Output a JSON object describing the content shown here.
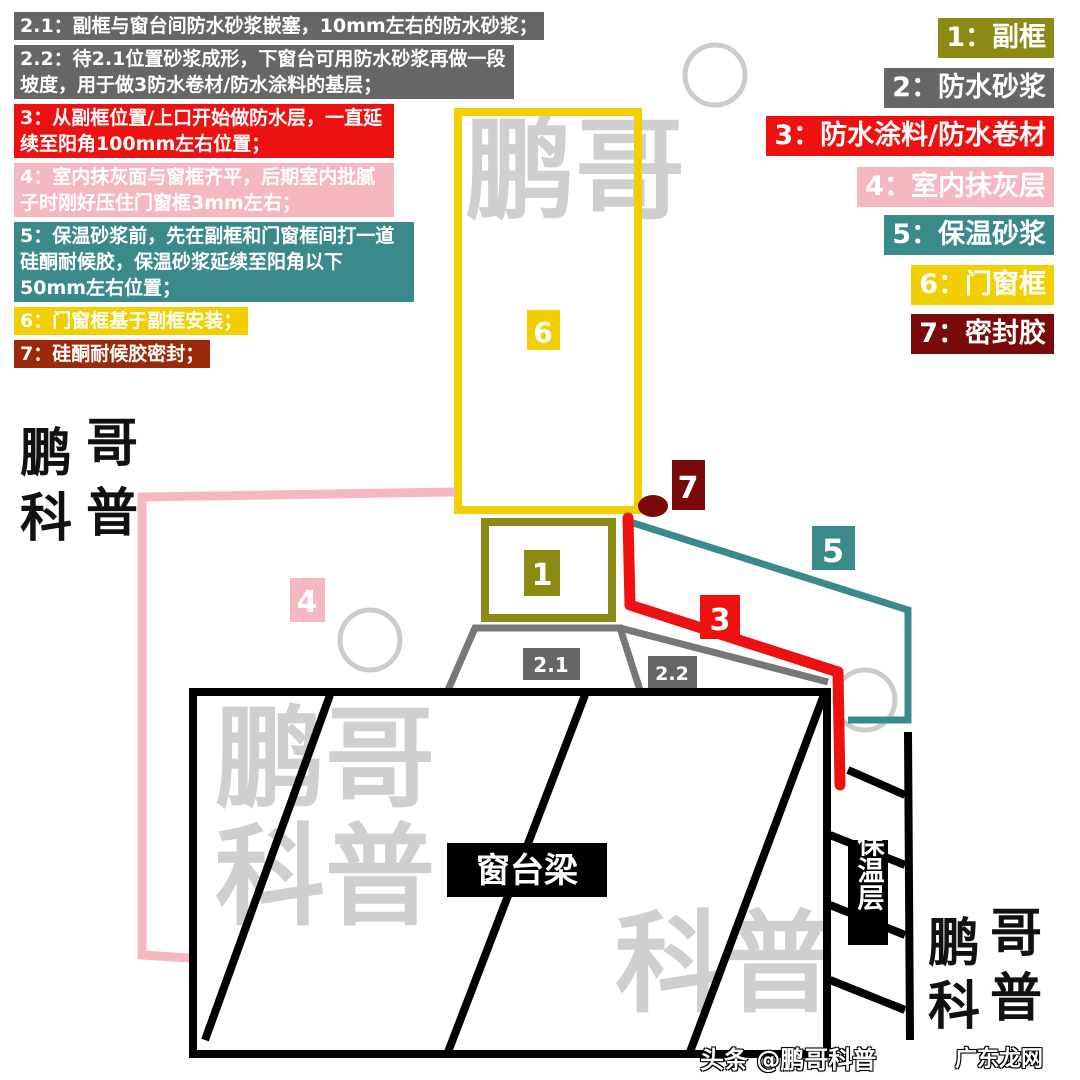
{
  "colors": {
    "olive": "#8a8a14",
    "gray": "#666666",
    "red": "#ee1111",
    "pink": "#f6b8c0",
    "teal": "#3a8a8c",
    "yellow": "#f2cf00",
    "maroon": "#7a0a0a",
    "black": "#000000"
  },
  "notes": [
    {
      "text": "2.1：副框与窗台间防水砂浆嵌塞，10mm左右的防水砂浆；",
      "color": "#666666"
    },
    {
      "text": "2.2：待2.1位置砂浆成形，下窗台可用防水砂浆再做一段坡度，用于做3防水卷材/防水涂料的基层；",
      "color": "#666666"
    },
    {
      "text": "3：从副框位置/上口开始做防水层，一直延续至阳角100mm左右位置；",
      "color": "#ee1111"
    },
    {
      "text": "4：室内抹灰面与窗框齐平，后期室内批腻子时刚好压住门窗框3mm左右；",
      "color": "#f6b8c0"
    },
    {
      "text": "5：保温砂浆前，先在副框和门窗框间打一道硅酮耐候胶，保温砂浆延续至阳角以下50mm左右位置；",
      "color": "#3a8a8c"
    },
    {
      "text": "6：门窗框基于副框安装；",
      "color": "#f2cf00"
    },
    {
      "text": "7：硅酮耐候胶密封；",
      "color": "#9a2a0a"
    }
  ],
  "legend": [
    {
      "text": "1：副框"
    },
    {
      "text": "2：防水砂浆"
    },
    {
      "text": "3：防水涂料/防水卷材"
    },
    {
      "text": "4：室内抹灰层"
    },
    {
      "text": "5：保温砂浆"
    },
    {
      "text": "6：门窗框"
    },
    {
      "text": "7：密封胶"
    }
  ],
  "labels": {
    "l1": "1",
    "l21": "2.1",
    "l22": "2.2",
    "l3": "3",
    "l4": "4",
    "l5": "5",
    "l6": "6",
    "l7": "7",
    "beam": "窗台梁",
    "insulation": "保温层"
  },
  "watermark": {
    "brand_a": "鹏哥",
    "brand_b": "科普",
    "callig": [
      "哥",
      "鹏",
      "普",
      "科"
    ],
    "credit": "头条 @鹏哥科普",
    "credit2": "广东龙网"
  }
}
